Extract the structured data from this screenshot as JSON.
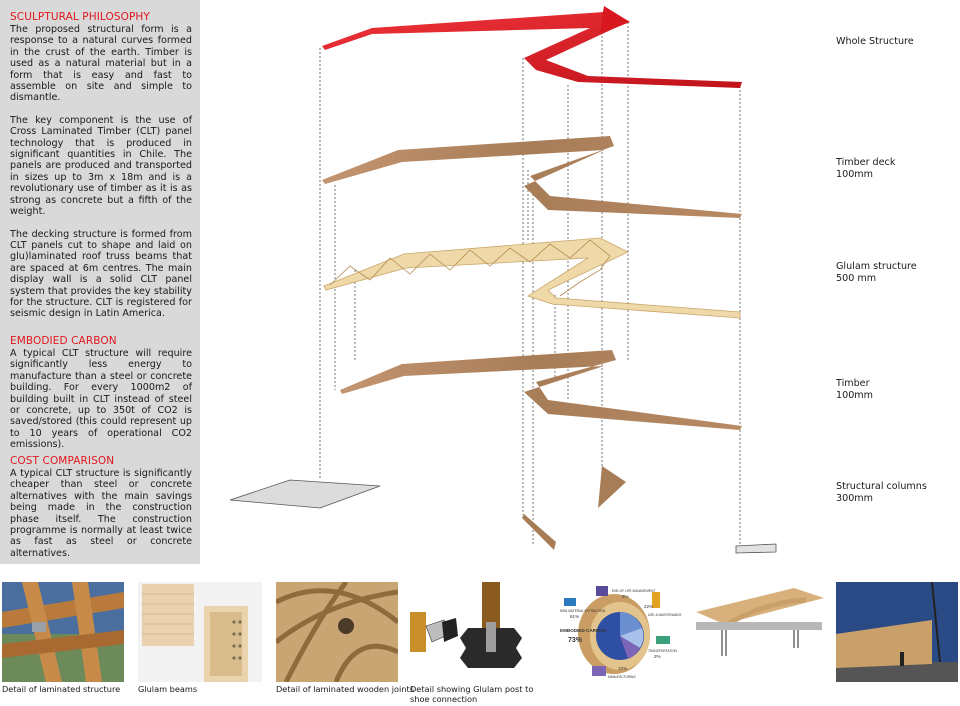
{
  "sidebar": {
    "sections": [
      {
        "title": "SCULPTURAL PHILOSOPHY",
        "paragraphs": [
          "The proposed structural form is a response to a natural curves formed in the crust of the earth. Timber is used as a natural material but in a form that is easy and fast to assemble on site and simple to dismantle.",
          "The key component is the use of Cross Laminated Timber (CLT) panel technology that is produced in significant quantities in Chile. The panels are produced and transported in sizes up to 3m x 18m and is a revolutionary use of timber as it is as strong as concrete but a fifth of the weight.",
          "The decking structure is formed from CLT panels cut to shape and laid on glu)laminated roof truss beams that are spaced at 6m centres. The main display wall is a solid CLT panel system that provides the key stability for the structure. CLT is registered for seismic design in Latin America."
        ]
      },
      {
        "title": "EMBODIED CARBON",
        "paragraphs": [
          "A typical CLT structure will require significantly less energy to manufacture than a steel or concrete building. For every 1000m2 of building built in CLT instead of steel or concrete, up to 350t of CO2 is saved/stored (this could represent up to 10 years of operational CO2 emissions)."
        ]
      },
      {
        "title": "COST COMPARISON",
        "paragraphs": [
          "A typical CLT structure is significantly cheaper than steel or concrete alternatives with the main savings being made in the construction phase itself. The construction programme is normally at least twice as fast as steel or concrete alternatives."
        ]
      }
    ]
  },
  "layers": [
    {
      "name": "Whole Structure",
      "spec": "",
      "color": "#e0222a"
    },
    {
      "name": "Timber deck",
      "spec": "100mm",
      "color": "#b8895f"
    },
    {
      "name": "Glulam structure",
      "spec": "500 mm",
      "color": "#e8cc90"
    },
    {
      "name": "Timber",
      "spec": "100mm",
      "color": "#b8895f"
    },
    {
      "name": "Structural columns",
      "spec": "300mm",
      "color": "#d8d8d8"
    }
  ],
  "gallery": [
    {
      "icon": "laminated-structure-photo",
      "caption": "Detail of laminated structure"
    },
    {
      "icon": "glulam-beams-photo",
      "caption": "Glulam beams"
    },
    {
      "icon": "laminated-joints-photo",
      "caption": "Detail of laminated wooden joints"
    },
    {
      "icon": "post-shoe-connection-photo",
      "caption": "Detail showing Glulam post to shoe connection"
    },
    {
      "icon": "embodied-carbon-chart",
      "caption": "",
      "chart_labels": {
        "center": "EMBODIED CARBON",
        "main": "73%",
        "raw": "RAW MATERIAL EXTRACTION",
        "raw_pct": "61%",
        "eol": "END OF LIFE MANAGEMENT",
        "eol_pct": "5%",
        "use": "USE & MAINTENANCE",
        "use_pct": "22%",
        "transport": "TRANSPORTATION",
        "transport_pct": "2%",
        "manuf": "MANUFACTURING",
        "manuf_pct": "10%"
      }
    },
    {
      "icon": "truss-connection-render",
      "caption": ""
    },
    {
      "icon": "clt-panel-installation-photo",
      "caption": ""
    }
  ]
}
